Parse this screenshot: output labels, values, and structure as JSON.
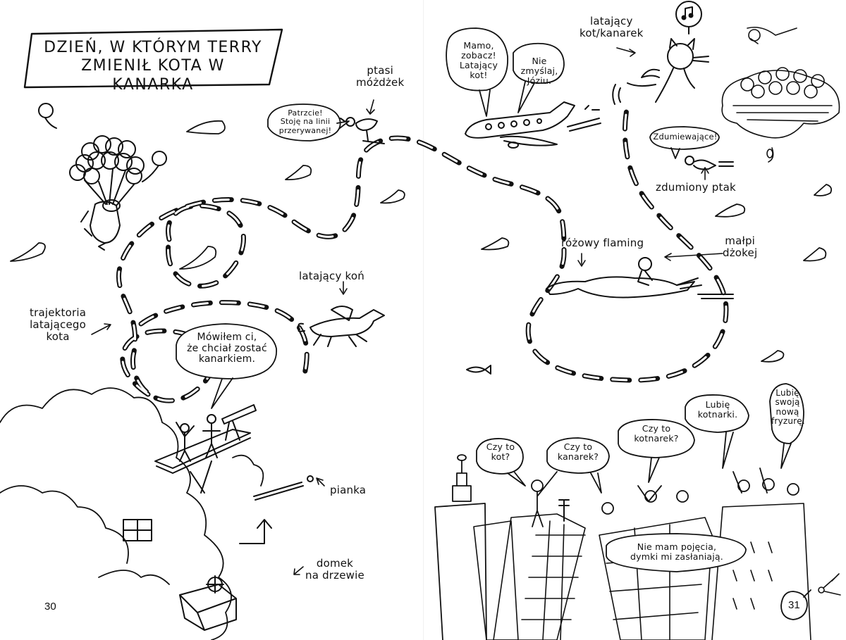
{
  "spread": {
    "title_line1": "DZIEŃ, W KTÓRYM TERRY",
    "title_line2": "ZMIENIŁ KOTA W KANARKA",
    "left_page_number": "30",
    "right_page_number": "31"
  },
  "labels": {
    "bird_brain": "ptasi\nmóżdżek",
    "flying_horse": "latający koń",
    "trajectory": "trajektoria\nlatającego\nkota",
    "marshmallow": "pianka",
    "treehouse": "domek\nna drzewie",
    "flying_cat": "latający\nkot/kanarek",
    "amazed_bird": "zdumiony ptak",
    "pink_flamingo": "różowy flaming",
    "monkey_jockey": "małpi\ndżokej"
  },
  "speech_bubbles": {
    "dotted_line_bird": "Patrzcie!\nStoję na linii\nprzerywanej!",
    "plane_kid": "Mamo,\nzobacz!\nLatający\nkot!",
    "plane_mom": "Nie zmyślaj,\nJóziu.",
    "amazed_bird": "Zdumiewające!",
    "treehouse_kid": "Mówiłem ci,\nże chciał zostać\nkanarkiem.",
    "roof_cat": "Czy to\nkot?",
    "roof_canary": "Czy to\nkanarek?",
    "roof_catnary": "Czy to\nkotnarek?",
    "roof_like": "Lubię\nkotnarki.",
    "roof_hair": "Lubię\nswoją\nnową\nfryzurę.",
    "roof_blocked": "Nie mam pojęcia,\ndymki mi zasłaniają."
  },
  "colors": {
    "ink": "#111111",
    "paper": "#ffffff"
  }
}
